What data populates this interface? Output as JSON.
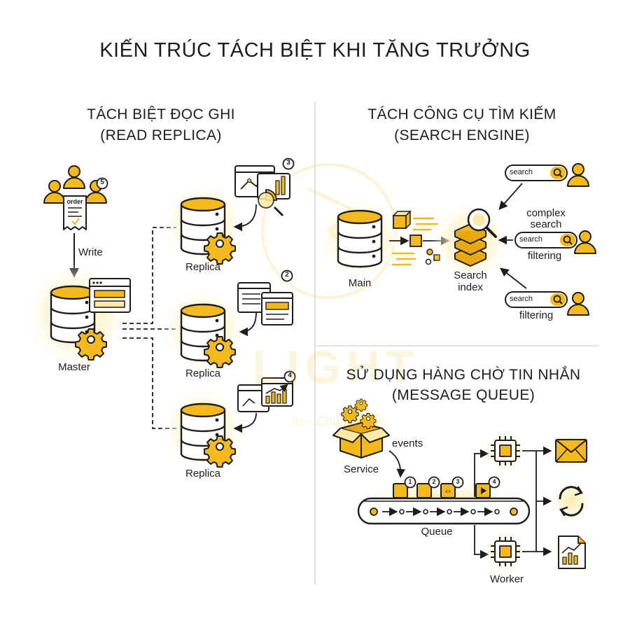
{
  "title": "KIẾN TRÚC TÁCH BIỆT KHI TĂNG TRƯỞNG",
  "watermark": {
    "brand": "LIGHT",
    "tagline": "in – Chu... Đẹp"
  },
  "colors": {
    "accent": "#f6b91c",
    "accent_light": "#ffe9a6",
    "glow": "#fff3c9",
    "stroke": "#1d1d1d",
    "divider": "#d6d6d6"
  },
  "read_replica": {
    "heading_line1": "TÁCH BIỆT ĐỌC GHI",
    "heading_line2": "(READ REPLICA)",
    "users_badge": "5",
    "order_label": "order",
    "write_label": "Write",
    "master_label": "Master",
    "replicas": [
      {
        "label": "Replica",
        "badge": "3",
        "icon": "analytics-chart-icon"
      },
      {
        "label": "Replica",
        "badge": "2",
        "icon": "documents-icon"
      },
      {
        "label": "Replica",
        "badge": "4",
        "icon": "growth-chart-icon"
      }
    ]
  },
  "search_engine": {
    "heading_line1": "TÁCH CÔNG CỤ TÌM KIẾM",
    "heading_line2": "(SEARCH ENGINE)",
    "main_label": "Main",
    "index_label_line1": "Search",
    "index_label_line2": "index",
    "queries": [
      {
        "box": "search",
        "label_line1": "complex",
        "label_line2": "search"
      },
      {
        "box": "search",
        "label_line1": "filtering",
        "label_line2": ""
      },
      {
        "box": "search",
        "label_line1": "filtering",
        "label_line2": ""
      }
    ]
  },
  "message_queue": {
    "heading_line1": "SỬ DỤNG HÀNG CHỜ TIN NHẮN",
    "heading_line2": "(MESSAGE QUEUE)",
    "service_label": "Service",
    "events_label": "events",
    "queue_label": "Queue",
    "worker_label": "Worker",
    "messages": [
      "1",
      "2",
      "3",
      "4"
    ],
    "outputs": [
      "mail-icon",
      "sync-icon",
      "report-icon"
    ]
  }
}
